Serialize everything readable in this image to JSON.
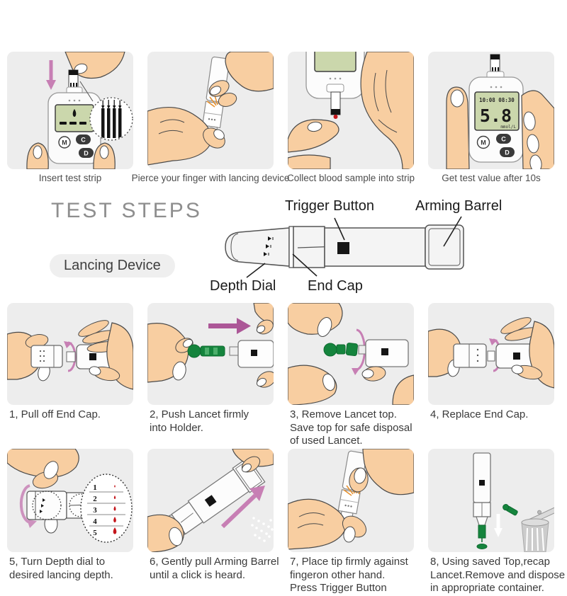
{
  "header_steps": [
    {
      "caption": "Insert test strip"
    },
    {
      "caption": "Pierce your finger with lancing device"
    },
    {
      "caption": "Collect blood sample into strip"
    },
    {
      "caption": "Get test value after 10s"
    }
  ],
  "meter": {
    "time": "10:08 08:30",
    "value": "5.8",
    "unit": "mmol/L",
    "button_m": "M",
    "button_c": "C",
    "button_d": "D"
  },
  "section": {
    "title": "TEST STEPS",
    "device_pill": "Lancing Device",
    "label_trigger": "Trigger Button",
    "label_arming": "Arming Barrel",
    "label_depth": "Depth Dial",
    "label_endcap": "End Cap"
  },
  "depth_scale": {
    "levels": [
      "1",
      "2",
      "3",
      "4",
      "5"
    ]
  },
  "steps": [
    {
      "caption": "1, Pull off End Cap."
    },
    {
      "caption": "2, Push Lancet firmly\ninto Holder."
    },
    {
      "caption": "3, Remove Lancet top.\nSave top for safe disposal\nof used Lancet."
    },
    {
      "caption": "4, Replace End Cap."
    },
    {
      "caption": "5, Turn Depth dial to\ndesired lancing depth."
    },
    {
      "caption": "6, Gently pull Arming Barrel\nuntil a click is heard."
    },
    {
      "caption": "7, Place tip firmly against\nfingeron other hand.\nPress Trigger Button"
    },
    {
      "caption": "8, Using saved Top,recap\nLancet.Remove and dispose\nin appropriate container."
    }
  ],
  "colors": {
    "arrow_pink": "#B3619E",
    "lancet_green": "#15843D",
    "blood_red": "#C4161C",
    "screen_green": "#CBD7AC",
    "panel_gray": "#EDEDED",
    "skin": "#F8CEA1"
  }
}
